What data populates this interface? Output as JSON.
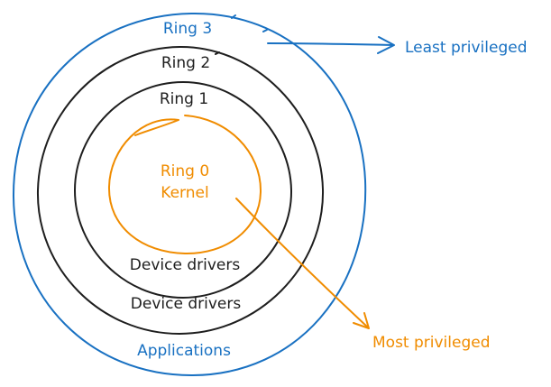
{
  "diagram": {
    "colors": {
      "ring3": "#1971c2",
      "ring2": "#1e1e1e",
      "ring1": "#1e1e1e",
      "ring0": "#f08c00",
      "background": "#ffffff"
    },
    "rings": [
      {
        "id": "ring3",
        "label": "Ring 3",
        "role": "Applications"
      },
      {
        "id": "ring2",
        "label": "Ring 2",
        "role": "Device drivers"
      },
      {
        "id": "ring1",
        "label": "Ring 1",
        "role": "Device drivers"
      },
      {
        "id": "ring0",
        "label": "Ring 0",
        "role": "Kernel"
      }
    ],
    "annotations": {
      "least": "Least privileged",
      "most": "Most privileged"
    }
  }
}
